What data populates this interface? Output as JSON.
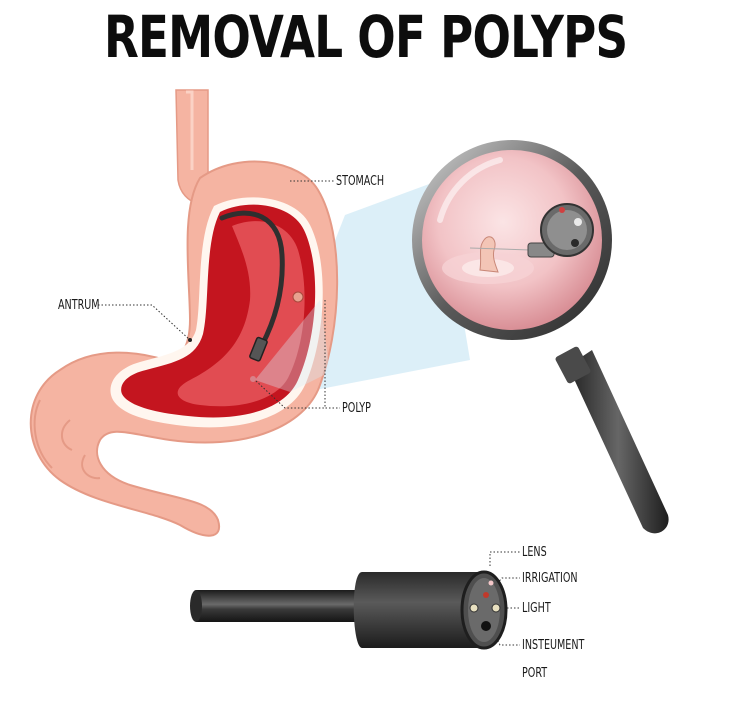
{
  "title": "REMOVAL OF POLYPS",
  "labels": {
    "stomach": "STOMACH",
    "antrum": "ANTRUM",
    "polyp": "POLYP",
    "lens": "LENS",
    "irrigation": "IRRIGATION",
    "light": "LIGHT",
    "instrument_port_line1": "INSTEUMENT",
    "instrument_port_line2": "PORT"
  },
  "colors": {
    "stomach_outer": "#f5b4a2",
    "stomach_inner": "#c4151f",
    "scope": "#3a3a3a",
    "lens_glass": "#f2c7c9"
  }
}
